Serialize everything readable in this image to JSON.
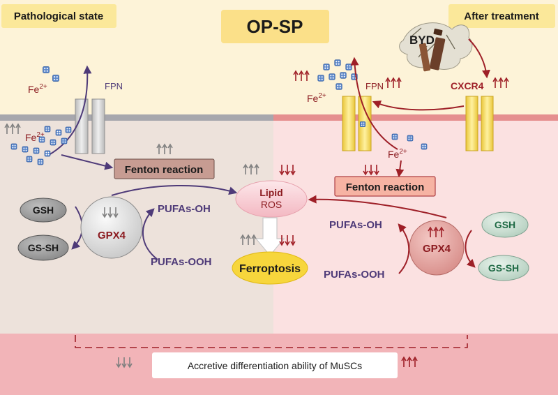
{
  "header": {
    "left_label": "Pathological state",
    "center_label": "OP-SP",
    "right_label": "After treatment"
  },
  "left": {
    "fe_label": "Fe",
    "fe_sup": "2+",
    "fe_membrane_label": "Fe",
    "fe_membrane_sup": "2+",
    "fpn_label": "FPN",
    "fenton_label": "Fenton reaction",
    "gsh_label": "GSH",
    "gssh_label": "GS-SH",
    "gpx4_label": "GPX4",
    "pufas_oh_label": "PUFAs-OH",
    "pufas_ooh_label": "PUFAs-OOH"
  },
  "center": {
    "lipid_label": "Lipid",
    "ros_label": "ROS",
    "ferroptosis_label": "Ferroptosis"
  },
  "right": {
    "byd_label": "BYD",
    "cxcr4_label": "CXCR4",
    "fpn_label": "FPN",
    "fe_top_label": "Fe",
    "fe_top_sup": "2+",
    "fe_inner_label": "Fe",
    "fe_inner_sup": "2+",
    "fenton_label": "Fenton reaction",
    "gsh_label": "GSH",
    "gssh_label": "GS-SH",
    "gpx4_label": "GPX4",
    "pufas_oh_label": "PUFAs-OH",
    "pufas_ooh_label": "PUFAs-OOH"
  },
  "bottom": {
    "result_label": "Accretive differentiation ability of MuSCs"
  },
  "colors": {
    "up_arrow_red": "#9e1f27",
    "down_arrow_red": "#a01c24",
    "gray_arrow": "#7f7f7f",
    "label_purple": "#4e3a78",
    "label_darkred": "#8b1a1f",
    "header_yellow": "#fbe89a",
    "left_bg": "#ede2db",
    "right_bg": "#fbe1e1",
    "membrane_gray": "#a7a7ad",
    "membrane_pink": "#e58f8f",
    "ferroptosis_fill": "#f7d63c",
    "fenton_left_fill": "#c79c92",
    "fenton_right_fill": "#f6b3a3",
    "byd_icon": "byd-herbal-icon",
    "iron_icon": "iron-particle-icon",
    "channel_icon": "fpn-channel-icon"
  }
}
